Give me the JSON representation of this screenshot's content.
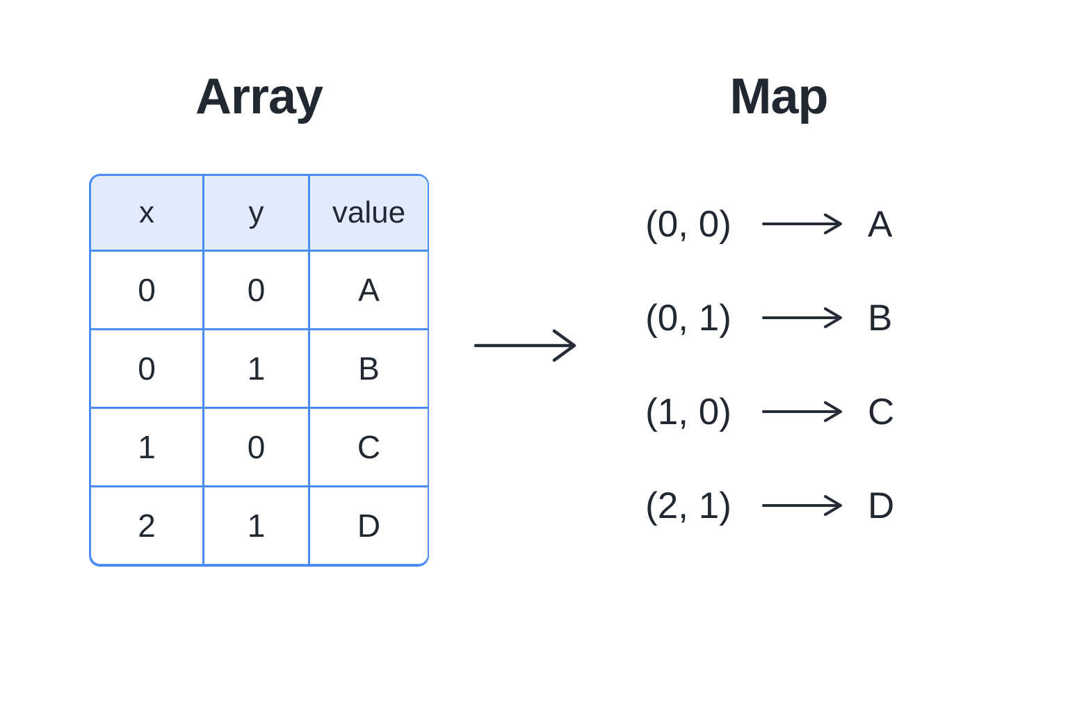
{
  "colors": {
    "table_border_blue": "#4a8cf5",
    "header_fill": "#e1ebfc",
    "text_color": "#212832",
    "arrow_color": "#262d38",
    "page_bg": "#ffffff"
  },
  "array_section": {
    "title": "Array",
    "table": {
      "headers": [
        "x",
        "y",
        "value"
      ],
      "rows": [
        [
          "0",
          "0",
          "A"
        ],
        [
          "0",
          "1",
          "B"
        ],
        [
          "1",
          "0",
          "C"
        ],
        [
          "2",
          "1",
          "D"
        ]
      ]
    }
  },
  "map_section": {
    "title": "Map",
    "entries": [
      {
        "key": "(0, 0)",
        "value": "A"
      },
      {
        "key": "(0, 1)",
        "value": "B"
      },
      {
        "key": "(1, 0)",
        "value": "C"
      },
      {
        "key": "(2, 1)",
        "value": "D"
      }
    ]
  }
}
